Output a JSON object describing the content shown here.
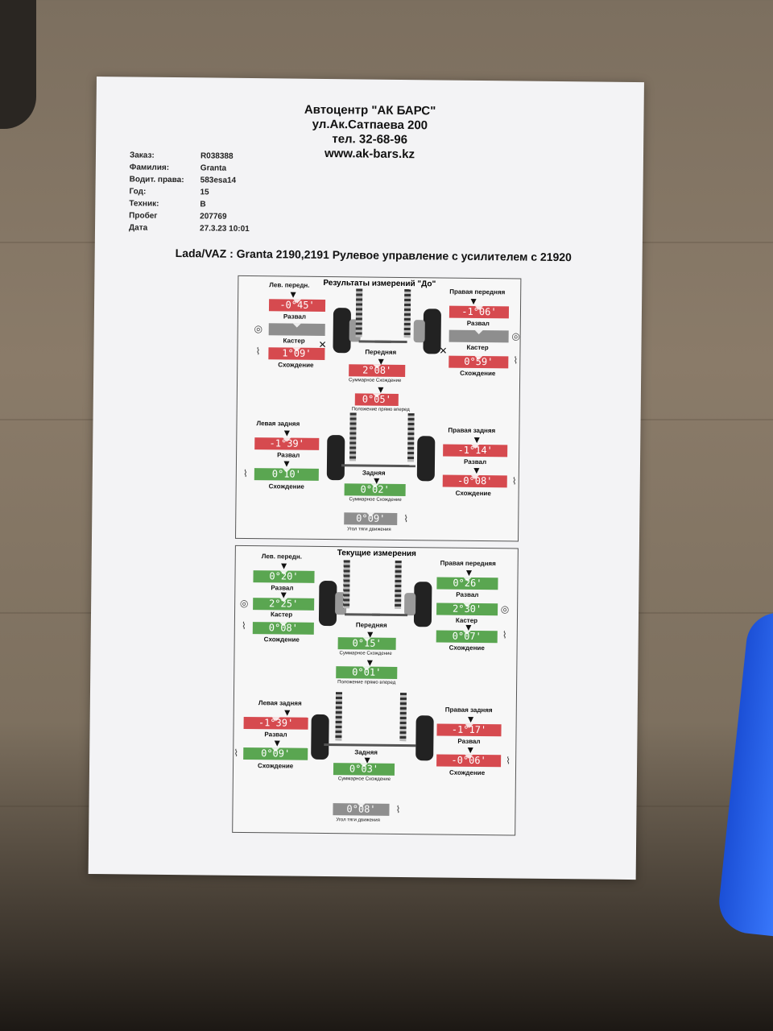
{
  "header": {
    "company": "Автоцентр \"АК БАРС\"",
    "address": "ул.Ак.Сатпаева 200",
    "phone": "тел. 32-68-96",
    "website": "www.ak-bars.kz"
  },
  "order": {
    "rows": [
      {
        "key": "Заказ:",
        "value": "R038388"
      },
      {
        "key": "Фамилия:",
        "value": "Granta"
      },
      {
        "key": "Водит. права:",
        "value": "583esa14"
      },
      {
        "key": "Год:",
        "value": "15"
      },
      {
        "key": "Техник:",
        "value": "B"
      },
      {
        "key": "Пробег",
        "value": "207769"
      },
      {
        "key": "Дата",
        "value": "27.3.23 10:01"
      }
    ]
  },
  "vehicle_title": "Lada/VAZ : Granta 2190,2191 Рулевое управление с усилителем с 21920",
  "before": {
    "title": "Результаты измерений \"До\"",
    "front": {
      "left_label": "Лев. передн.",
      "right_label": "Правая передняя",
      "axle_label": "Передняя",
      "left_camber": "-0°45'",
      "left_caster": "",
      "left_toe": "1°09'",
      "right_camber": "-1°06'",
      "right_caster": "",
      "right_toe": "0°59'",
      "total_toe": "2°08'",
      "steer_ahead": "0°05'"
    },
    "rear": {
      "left_label": "Левая задняя",
      "right_label": "Правая задняя",
      "axle_label": "Задняя",
      "left_camber": "-1°39'",
      "left_toe": "0°10'",
      "right_camber": "-1°14'",
      "right_toe": "-0°08'",
      "total_toe": "0°02'",
      "thrust": "0°09'"
    }
  },
  "current": {
    "title": "Текущие измерения",
    "front": {
      "left_label": "Лев. передн.",
      "right_label": "Правая передняя",
      "axle_label": "Передняя",
      "left_camber": "0°20'",
      "left_caster": "2°25'",
      "left_toe": "0°08'",
      "right_camber": "0°26'",
      "right_caster": "2°30'",
      "right_toe": "0°07'",
      "total_toe": "0°15'",
      "steer_ahead": "0°01'"
    },
    "rear": {
      "left_label": "Левая задняя",
      "right_label": "Правая задняя",
      "axle_label": "Задняя",
      "left_camber": "-1°39'",
      "left_toe": "0°09'",
      "right_camber": "-1°17'",
      "right_toe": "-0°06'",
      "total_toe": "0°03'",
      "thrust": "0°08'"
    }
  },
  "labels": {
    "camber": "Развал",
    "caster": "Кастер",
    "toe": "Схождение",
    "total_toe": "Суммарное Схождение",
    "steer_ahead": "Положение прямо вперед",
    "thrust": "Угол тяги движения"
  },
  "colors": {
    "red": "#d64a4f",
    "green": "#5aa651",
    "gray": "#8e8e8e"
  }
}
